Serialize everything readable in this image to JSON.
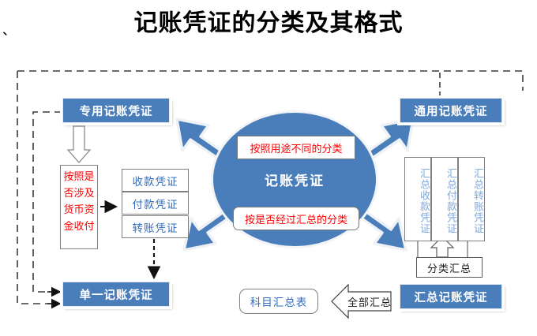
{
  "page": {
    "title": "记账凭证的分类及其格式",
    "title_marker": "、"
  },
  "colors": {
    "accent_blue": "#4a7ebb",
    "arrow_blue": "#4a7ebb",
    "text_red": "#ff0000",
    "text_blue": "#2f6cc0",
    "vertical_text_blue": "#7fa8dc",
    "box_border": "#808080",
    "dashed_border": "#3b3b3b"
  },
  "center": {
    "label": "记账凭证",
    "criteria_top": "按照用途不同的分类",
    "criteria_bottom": "按是否经过汇总的分类"
  },
  "left": {
    "special_voucher": "专用记账凭证",
    "criterion": "按照是否涉及货币资金收付",
    "criterion_lines": [
      "按照是",
      "否涉及",
      "货币资",
      "金收付"
    ],
    "vouchers": [
      "收款凭证",
      "付款凭证",
      "转账凭证"
    ],
    "single_voucher": "单一记账凭证"
  },
  "right": {
    "general_voucher": "通用记账凭证",
    "summary_vouchers": [
      "汇总收款凭证",
      "汇总付款凭证",
      "汇总转账凭证"
    ],
    "classify_summary_label": "分类汇总",
    "summary_voucher": "汇总记账凭证",
    "all_summary_label": "全部汇总",
    "subject_summary_table": "科目汇总表"
  },
  "icons": {
    "thick_arrow_up_left": "thick-arrow-up-left-icon",
    "thick_arrow_down_left": "thick-arrow-down-left-icon",
    "thick_arrow_up_right": "thick-arrow-up-right-icon",
    "thick_arrow_down_right": "thick-arrow-down-right-icon",
    "hollow_arrow_down": "hollow-arrow-down-icon",
    "hollow_arrow_up": "hollow-arrow-up-icon",
    "hollow_arrow_left": "hollow-arrow-left-icon",
    "solid_arrow_right": "solid-arrow-right-icon",
    "dashed_arrow_down": "dashed-arrow-down-icon"
  }
}
